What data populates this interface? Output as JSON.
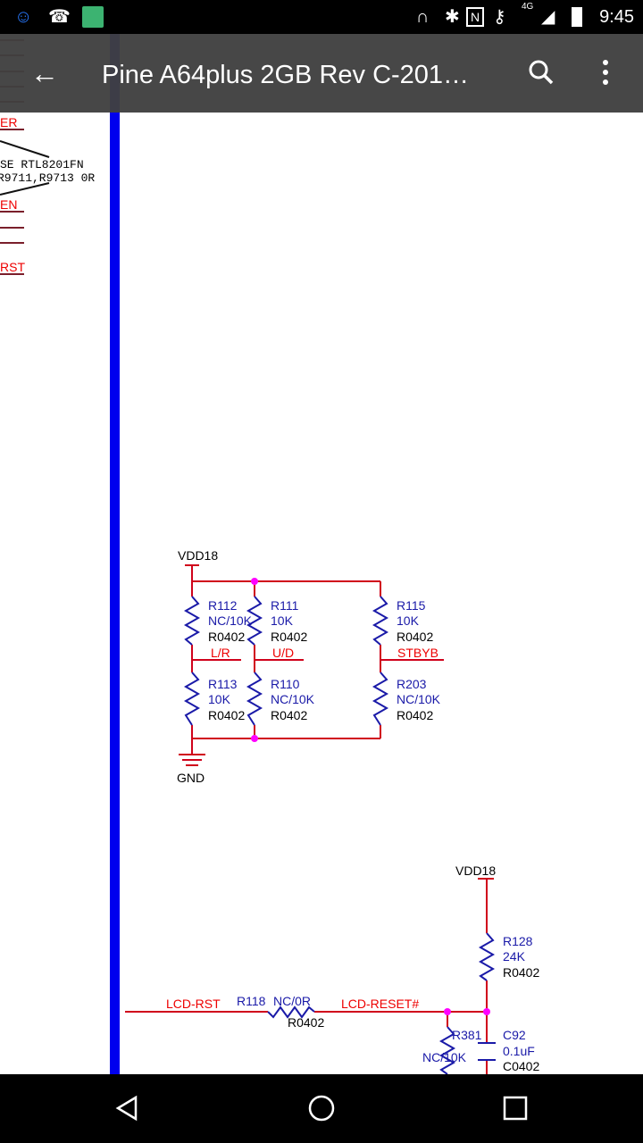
{
  "status_bar": {
    "time": "9:45",
    "network": "4G",
    "icons": [
      "hangouts-icon",
      "missed-call-icon",
      "mi-app-icon",
      "headphones-icon",
      "bluetooth-icon",
      "nfc-icon",
      "vpn-key-icon",
      "signal-icon",
      "battery-icon"
    ]
  },
  "app_bar": {
    "title": "Pine A64plus 2GB Rev C-201…"
  },
  "schematic": {
    "left_edge": {
      "net1": "ER",
      "note1": "SE RTL8201FN",
      "note2": "R9711,R9713 0R",
      "net2": "EN",
      "net3": "RST"
    },
    "block1": {
      "power": "VDD18",
      "ground": "GND",
      "resistors": [
        {
          "ref": "R112",
          "value": "NC/10K",
          "pkg": "R0402"
        },
        {
          "ref": "R111",
          "value": "10K",
          "pkg": "R0402"
        },
        {
          "ref": "R115",
          "value": "10K",
          "pkg": "R0402"
        },
        {
          "ref": "R113",
          "value": "10K",
          "pkg": "R0402"
        },
        {
          "ref": "R110",
          "value": "NC/10K",
          "pkg": "R0402"
        },
        {
          "ref": "R203",
          "value": "NC/10K",
          "pkg": "R0402"
        }
      ],
      "nets": [
        "L/R",
        "U/D",
        "STBYB"
      ]
    },
    "block2": {
      "power": "VDD18",
      "r128": {
        "ref": "R128",
        "value": "24K",
        "pkg": "R0402"
      },
      "r118": {
        "ref": "R118",
        "value": "NC/0R",
        "pkg": "R0402"
      },
      "r381": {
        "ref": "R381",
        "value": "NC/10K"
      },
      "c92": {
        "ref": "C92",
        "value": "0.1uF",
        "pkg": "C0402"
      },
      "nets": [
        "LCD-RST",
        "LCD-RESET#"
      ]
    }
  },
  "colors": {
    "wire": "#d0021b",
    "component": "#1a1aa8",
    "bus": "#0000ee",
    "junction": "#ff00ff"
  }
}
